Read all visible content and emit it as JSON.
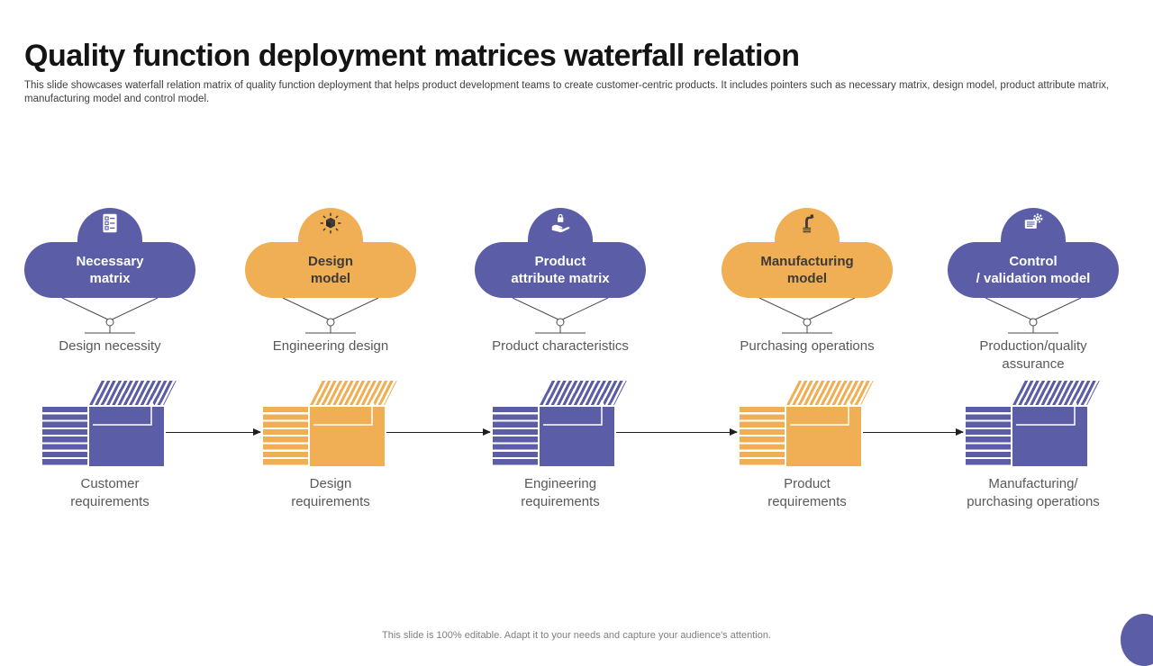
{
  "slide": {
    "title": "Quality function deployment matrices waterfall relation",
    "description": "This slide showcases waterfall relation matrix of quality function deployment that helps product development teams to create customer-centric products. It includes pointers such as necessary matrix, design model, product attribute matrix, manufacturing model and control model.",
    "footer": "This slide is 100% editable.  Adapt it to your needs and capture your audience's attention."
  },
  "colors": {
    "purple": "#5B5EA6",
    "orange": "#F0AF55",
    "pill_text_on_orange": "#3E3A35",
    "label_gray": "#595959",
    "arrow_black": "#1f1f1f",
    "footer_gray": "#7f7f7f"
  },
  "columns": [
    {
      "id": "necessary-matrix",
      "theme": "purple",
      "icon": "checklist-icon",
      "pill": {
        "line1": "Necessary",
        "line2": "matrix"
      },
      "function_label": "Design necessity",
      "matrix_label": {
        "line1": "Customer",
        "line2": "requirements"
      }
    },
    {
      "id": "design-model",
      "theme": "orange",
      "icon": "cube-idea-icon",
      "pill": {
        "line1": "Design",
        "line2": "model"
      },
      "function_label": "Engineering design",
      "matrix_label": {
        "line1": "Design",
        "line2": "requirements"
      }
    },
    {
      "id": "product-attribute-matrix",
      "theme": "purple",
      "icon": "hand-box-icon",
      "pill": {
        "line1": "Product",
        "line2": "attribute matrix"
      },
      "function_label": "Product characteristics",
      "matrix_label": {
        "line1": "Engineering",
        "line2": "requirements"
      }
    },
    {
      "id": "manufacturing-model",
      "theme": "orange",
      "icon": "robot-arm-icon",
      "pill": {
        "line1": "Manufacturing",
        "line2": "model"
      },
      "function_label": "Purchasing operations",
      "matrix_label": {
        "line1": "Product",
        "line2": "requirements"
      }
    },
    {
      "id": "control-validation-model",
      "theme": "purple",
      "icon": "doc-gear-icon",
      "pill": {
        "line1": "Control",
        "line2": "/ validation model"
      },
      "function_label": "Production/quality assurance",
      "matrix_label": {
        "line1": "Manufacturing/",
        "line2": "purchasing operations"
      }
    }
  ]
}
